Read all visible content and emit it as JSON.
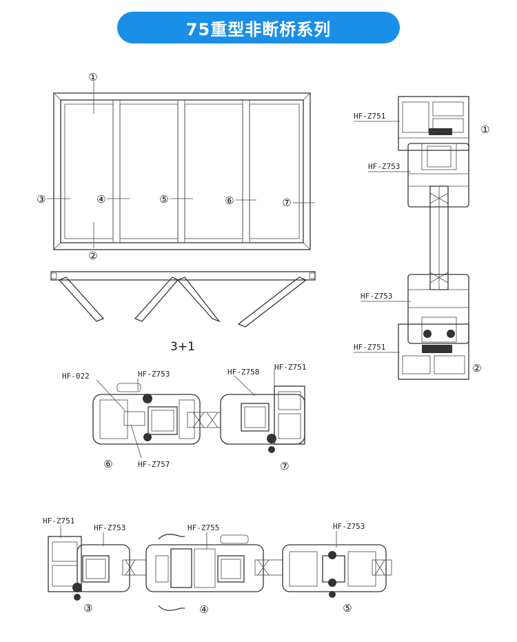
{
  "title": "75重型非断桥系列",
  "ratio_label": "3+1",
  "position_numbers": [
    "①",
    "②",
    "③",
    "④",
    "⑤",
    "⑥",
    "⑦"
  ],
  "profile_codes": {
    "z751": "HF-Z751",
    "z753": "HF-Z753",
    "z755": "HF-Z755",
    "z757": "HF-Z757",
    "z758": "HF-Z758",
    "p022": "HF-022"
  }
}
